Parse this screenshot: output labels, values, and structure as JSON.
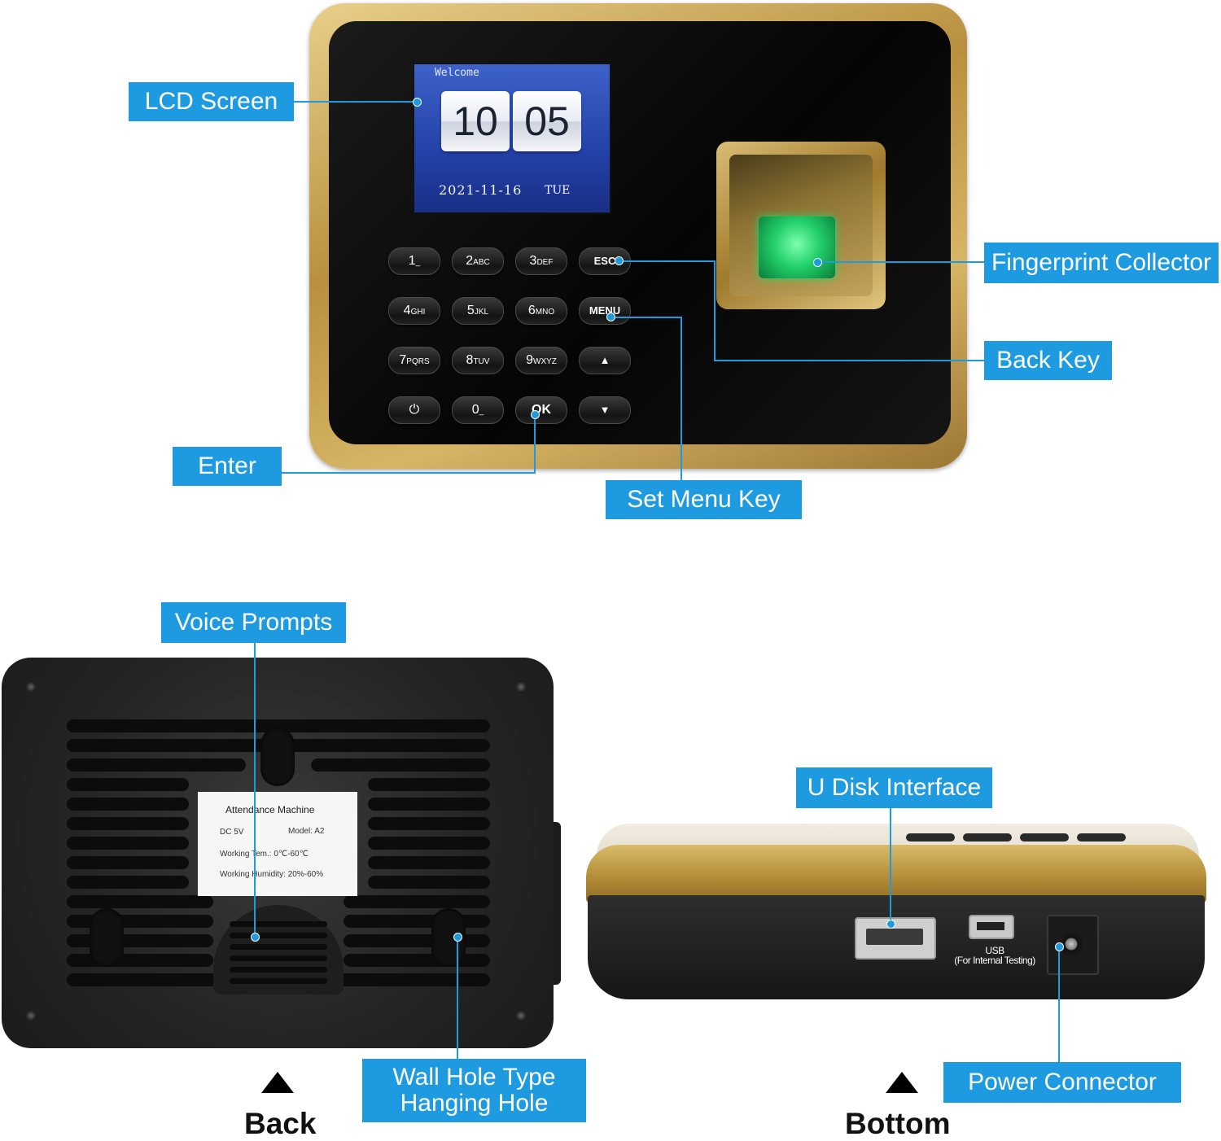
{
  "lcd": {
    "welcome": "Welcome",
    "hours": "10",
    "minutes": "05",
    "date": "2021-11-16",
    "day": "TUE"
  },
  "keypad": {
    "k1": "1",
    "k2": "2",
    "k2_sub": "ABC",
    "k3": "3",
    "k3_sub": "DEF",
    "esc": "ESC",
    "k4": "4",
    "k4_sub": "GHI",
    "k5": "5",
    "k5_sub": "JKL",
    "k6": "6",
    "k6_sub": "MNO",
    "menu": "MENU",
    "k7": "7",
    "k7_sub": "PQRS",
    "k8": "8",
    "k8_sub": "TUV",
    "k9": "9",
    "k9_sub": "WXYZ",
    "up": "▲",
    "power": "⏻",
    "k0": "0",
    "ok": "OK",
    "down": "▼"
  },
  "labels": {
    "lcd_screen": "LCD Screen",
    "fingerprint_collector": "Fingerprint Collector",
    "back_key": "Back Key",
    "enter": "Enter",
    "set_menu_key": "Set Menu Key",
    "voice_prompts": "Voice Prompts",
    "wall_hole_line1": "Wall Hole Type",
    "wall_hole_line2": "Hanging Hole",
    "u_disk_interface": "U Disk Interface",
    "power_connector": "Power Connector"
  },
  "sticker": {
    "title": "Attendance Machine",
    "dc": "DC  5V",
    "model": "Model:  A2",
    "temp": "Working Tem.:  0℃-60℃",
    "humidity": "Working Humidity:  20%-60%"
  },
  "bottom_ports": {
    "usb_label": "USB",
    "usb_note": "(For Internal Testing)"
  },
  "captions": {
    "back": "Back",
    "bottom": "Bottom"
  }
}
